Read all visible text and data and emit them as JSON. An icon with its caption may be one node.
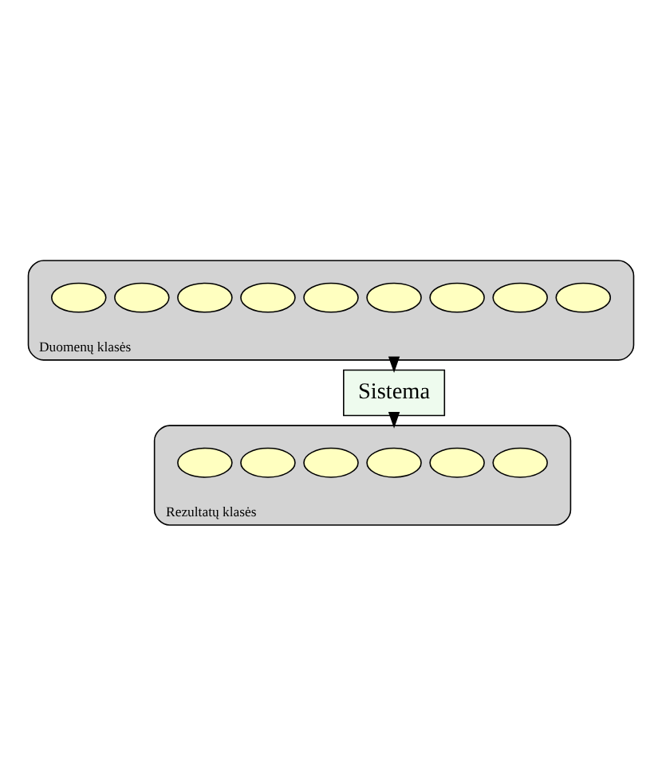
{
  "diagram": {
    "nodes": [
      {
        "text": [
          "Duomenų klasės"
        ]
      },
      {
        "text": [],
        "shape": "ellipse",
        "in": 0
      },
      {
        "text": [],
        "shape": "ellipse",
        "in": 0
      },
      {
        "text": [],
        "shape": "ellipse",
        "in": 0
      },
      {
        "text": [],
        "shape": "ellipse",
        "in": 0
      },
      {
        "text": [],
        "shape": "ellipse",
        "in": 0
      },
      {
        "text": [],
        "shape": "ellipse",
        "in": 0
      },
      {
        "text": [],
        "shape": "ellipse",
        "in": 0
      },
      {
        "text": [],
        "shape": "ellipse",
        "in": 0
      },
      {
        "text": [],
        "shape": "ellipse",
        "in": 0
      },
      {
        "text": [
          "Sistema"
        ]
      },
      {
        "text": [
          "Rezultatų klasės"
        ]
      },
      {
        "text": [],
        "shape": "ellipse",
        "in": 11
      },
      {
        "text": [],
        "shape": "ellipse",
        "in": 11
      },
      {
        "text": [],
        "shape": "ellipse",
        "in": 11
      },
      {
        "text": [],
        "shape": "ellipse",
        "in": 11
      },
      {
        "text": [],
        "shape": "ellipse",
        "in": 11
      },
      {
        "text": [],
        "shape": "ellipse",
        "in": 11
      }
    ],
    "edges": [
      {
        "from": 0,
        "to": 10,
        "arrow": "to"
      },
      {
        "from": 10,
        "to": 11,
        "arrow": "to"
      }
    ]
  }
}
